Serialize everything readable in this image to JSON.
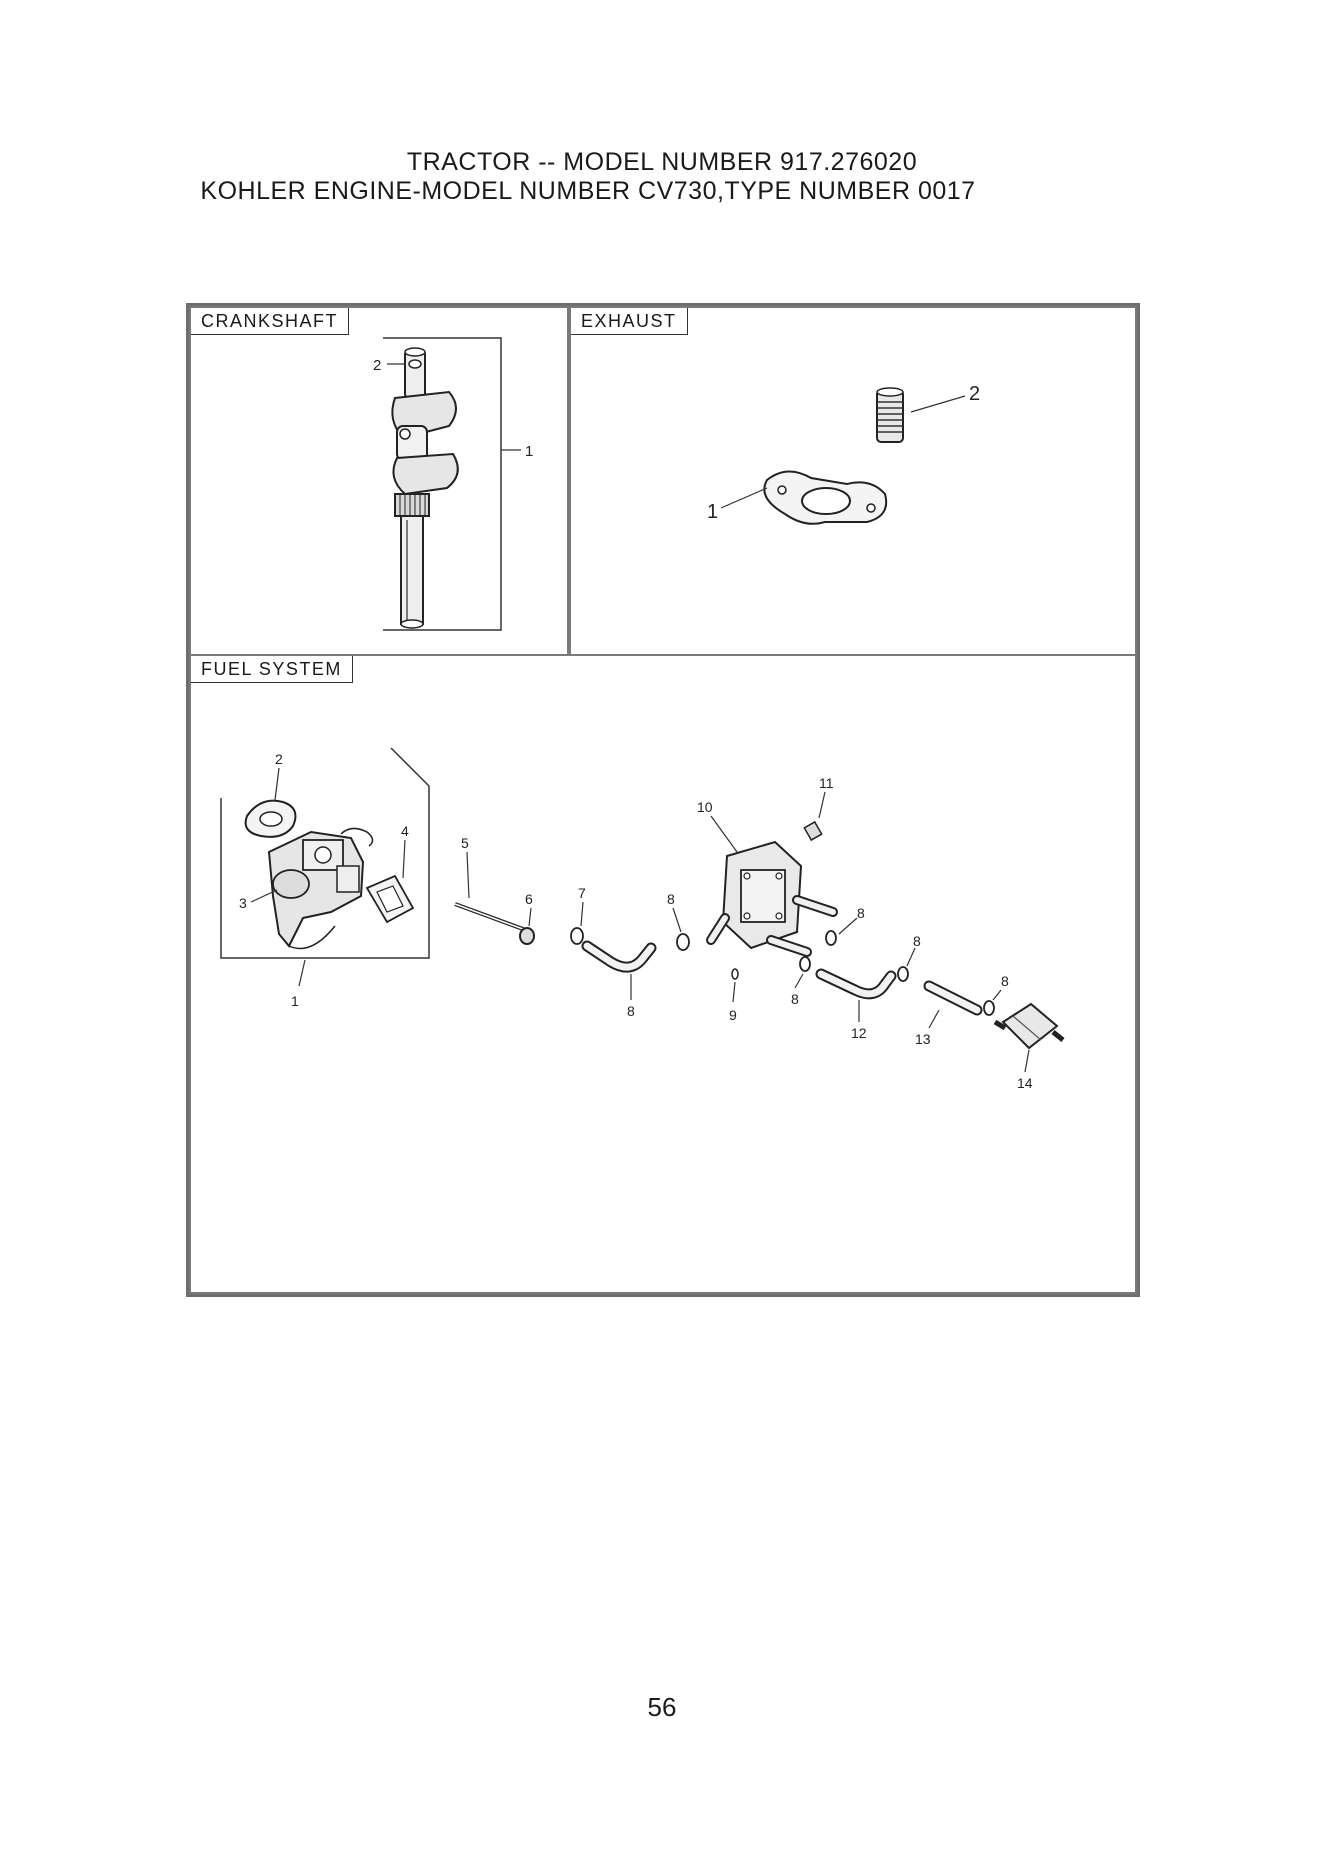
{
  "header": {
    "title_line1": "TRACTOR -- MODEL NUMBER 917.276020",
    "title_line2": "KOHLER ENGINE-MODEL NUMBER CV730,TYPE NUMBER 0017"
  },
  "panels": {
    "crankshaft": {
      "title": "CRANKSHAFT",
      "callouts": [
        "1",
        "2"
      ]
    },
    "exhaust": {
      "title": "EXHAUST",
      "callouts": [
        "1",
        "2"
      ]
    },
    "fuel_system": {
      "title": "FUEL SYSTEM",
      "callouts": [
        "1",
        "2",
        "3",
        "4",
        "5",
        "6",
        "7",
        "8",
        "8",
        "8",
        "8",
        "8",
        "8",
        "9",
        "10",
        "11",
        "12",
        "13",
        "14"
      ]
    }
  },
  "footer": {
    "page_number": "56"
  }
}
